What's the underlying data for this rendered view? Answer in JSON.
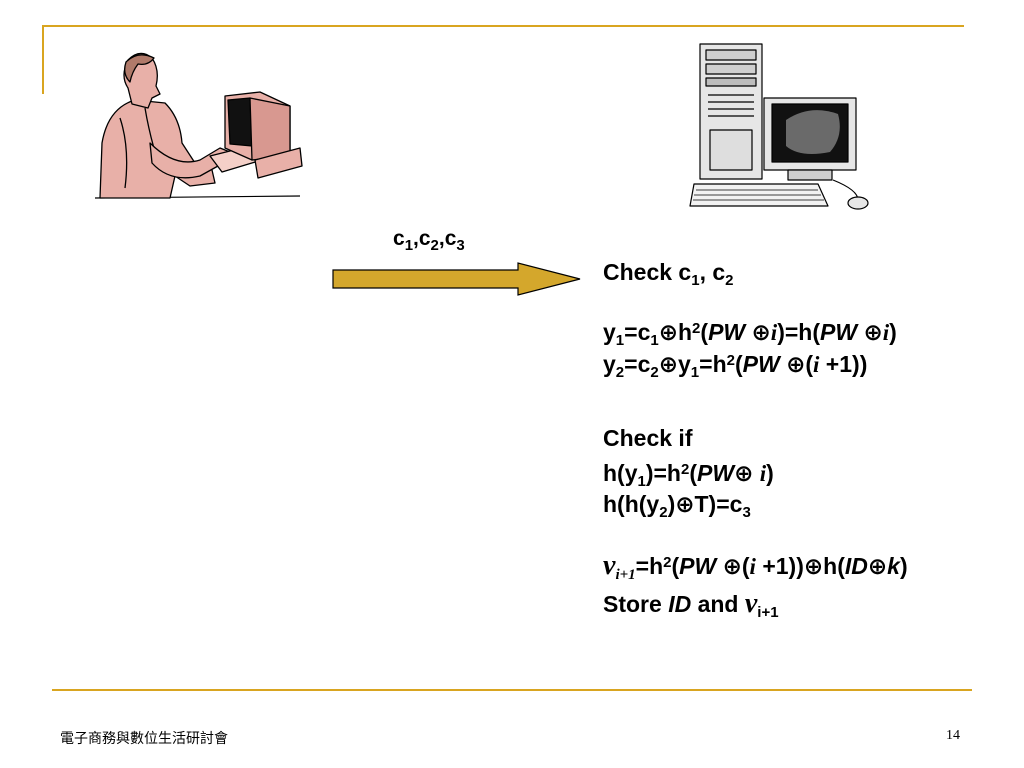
{
  "arrow_label": {
    "c": "c",
    "s1": "1",
    "sep1": ",c",
    "s2": "2",
    "sep2": ",c",
    "s3": "3"
  },
  "steps": {
    "check_c": {
      "text": "Check  c",
      "s1": "1",
      "mid": ", c",
      "s2": "2"
    },
    "y1_line": {
      "a": "y",
      "s1": "1",
      "b": "=c",
      "s2": "1",
      "c": "⊕h",
      "sup": "2",
      "d": "(",
      "pw1": "PW",
      "e": " ⊕",
      "i1": "i",
      "f": ")=h(",
      "pw2": "PW",
      "g": " ⊕",
      "i2": "i",
      "h": ")"
    },
    "y2_line": {
      "a": "y",
      "s1": "2",
      "b": "=c",
      "s2": "2",
      "c": "⊕y",
      "s3": "1",
      "d": "=h",
      "sup": "2",
      "e": "(",
      "pw": "PW",
      "f": " ⊕(",
      "i": "i",
      "g": " +1))"
    },
    "check_if": "Check if",
    "hy1_line": {
      "a": "h(y",
      "s1": "1",
      "b": ")=h",
      "sup": "2",
      "c": "(",
      "pw": "PW",
      "d": "⊕ ",
      "i": "i",
      "e": ")"
    },
    "hhy2_line": {
      "a": "h(h(y",
      "s1": "2",
      "b": ")⊕T)=c",
      "s2": "3"
    },
    "v_line": {
      "v": "v",
      "vsub": "i+1",
      "a": "=h",
      "sup": "2",
      "b": "(",
      "pw": "PW",
      "c": " ⊕(",
      "i": "i",
      "d": " +1))⊕h(",
      "id": "ID",
      "e": "⊕",
      "k": "k",
      "f": ")"
    },
    "store_line": {
      "a": "Store ",
      "id": "ID",
      "b": " and ",
      "v": "v",
      "vsub": "i+1"
    }
  },
  "footer": {
    "left": "電子商務與數位生活研討會",
    "page": "14"
  },
  "colors": {
    "rule": "#d9a520",
    "arrow_fill": "#d4a72c"
  },
  "icons": [
    "person-at-computer-icon",
    "desktop-computer-icon",
    "right-arrow-icon"
  ]
}
